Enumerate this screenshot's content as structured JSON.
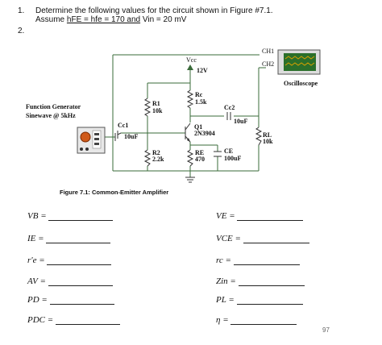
{
  "questions": {
    "q1_number": "1.",
    "q1_text": "Determine the following values for the circuit shown in Figure #7.1.",
    "q1_given_prefix": "Assume ",
    "q1_beta": "hFE = hfe = 170 and",
    "q1_vin": "Vin = 20 mV",
    "q2_number": "2."
  },
  "circuit": {
    "vcc_label": "Vcc",
    "vcc_value": "12V",
    "r1_name": "R1",
    "r1_value": "10k",
    "rc_name": "Rc",
    "rc_value": "1.5k",
    "q1_name": "Q1",
    "q1_model": "2N3904",
    "r2_name": "R2",
    "r2_value": "2.2k",
    "re_name": "RE",
    "re_value": "470",
    "cc1_name": "Cc1",
    "cc1_value": "10uF",
    "cc2_name": "Cc2",
    "cc2_value": "10uF",
    "ce_name": "CE",
    "ce_value": "100uF",
    "rl_name": "RL",
    "rl_value": "10k",
    "fg_title": "Function Generator",
    "fg_subtitle": "Sinewave @ 5kHz",
    "osc_ch1": "CH1",
    "osc_ch2": "CH2",
    "osc_title": "Oscilloscope"
  },
  "figure_caption": "Figure 7.1: Common-Emitter Amplifier",
  "answers": {
    "left": [
      {
        "label": "VB ="
      },
      {
        "label": "IE ="
      },
      {
        "label": "r'e ="
      },
      {
        "label": "AV ="
      },
      {
        "label": "PD ="
      },
      {
        "label": "PDC ="
      }
    ],
    "right": [
      {
        "label": "VE ="
      },
      {
        "label": "VCE ="
      },
      {
        "label": "rc ="
      },
      {
        "label": "Zin ="
      },
      {
        "label": "PL ="
      },
      {
        "label": "η ="
      }
    ]
  },
  "page_number": "97",
  "colors": {
    "wire": "#3a6b3a",
    "resistor": "#333333",
    "osc_screen": "#2a6f2a",
    "osc_trace": "#d8a000",
    "fg_body": "#cf5a1a"
  }
}
